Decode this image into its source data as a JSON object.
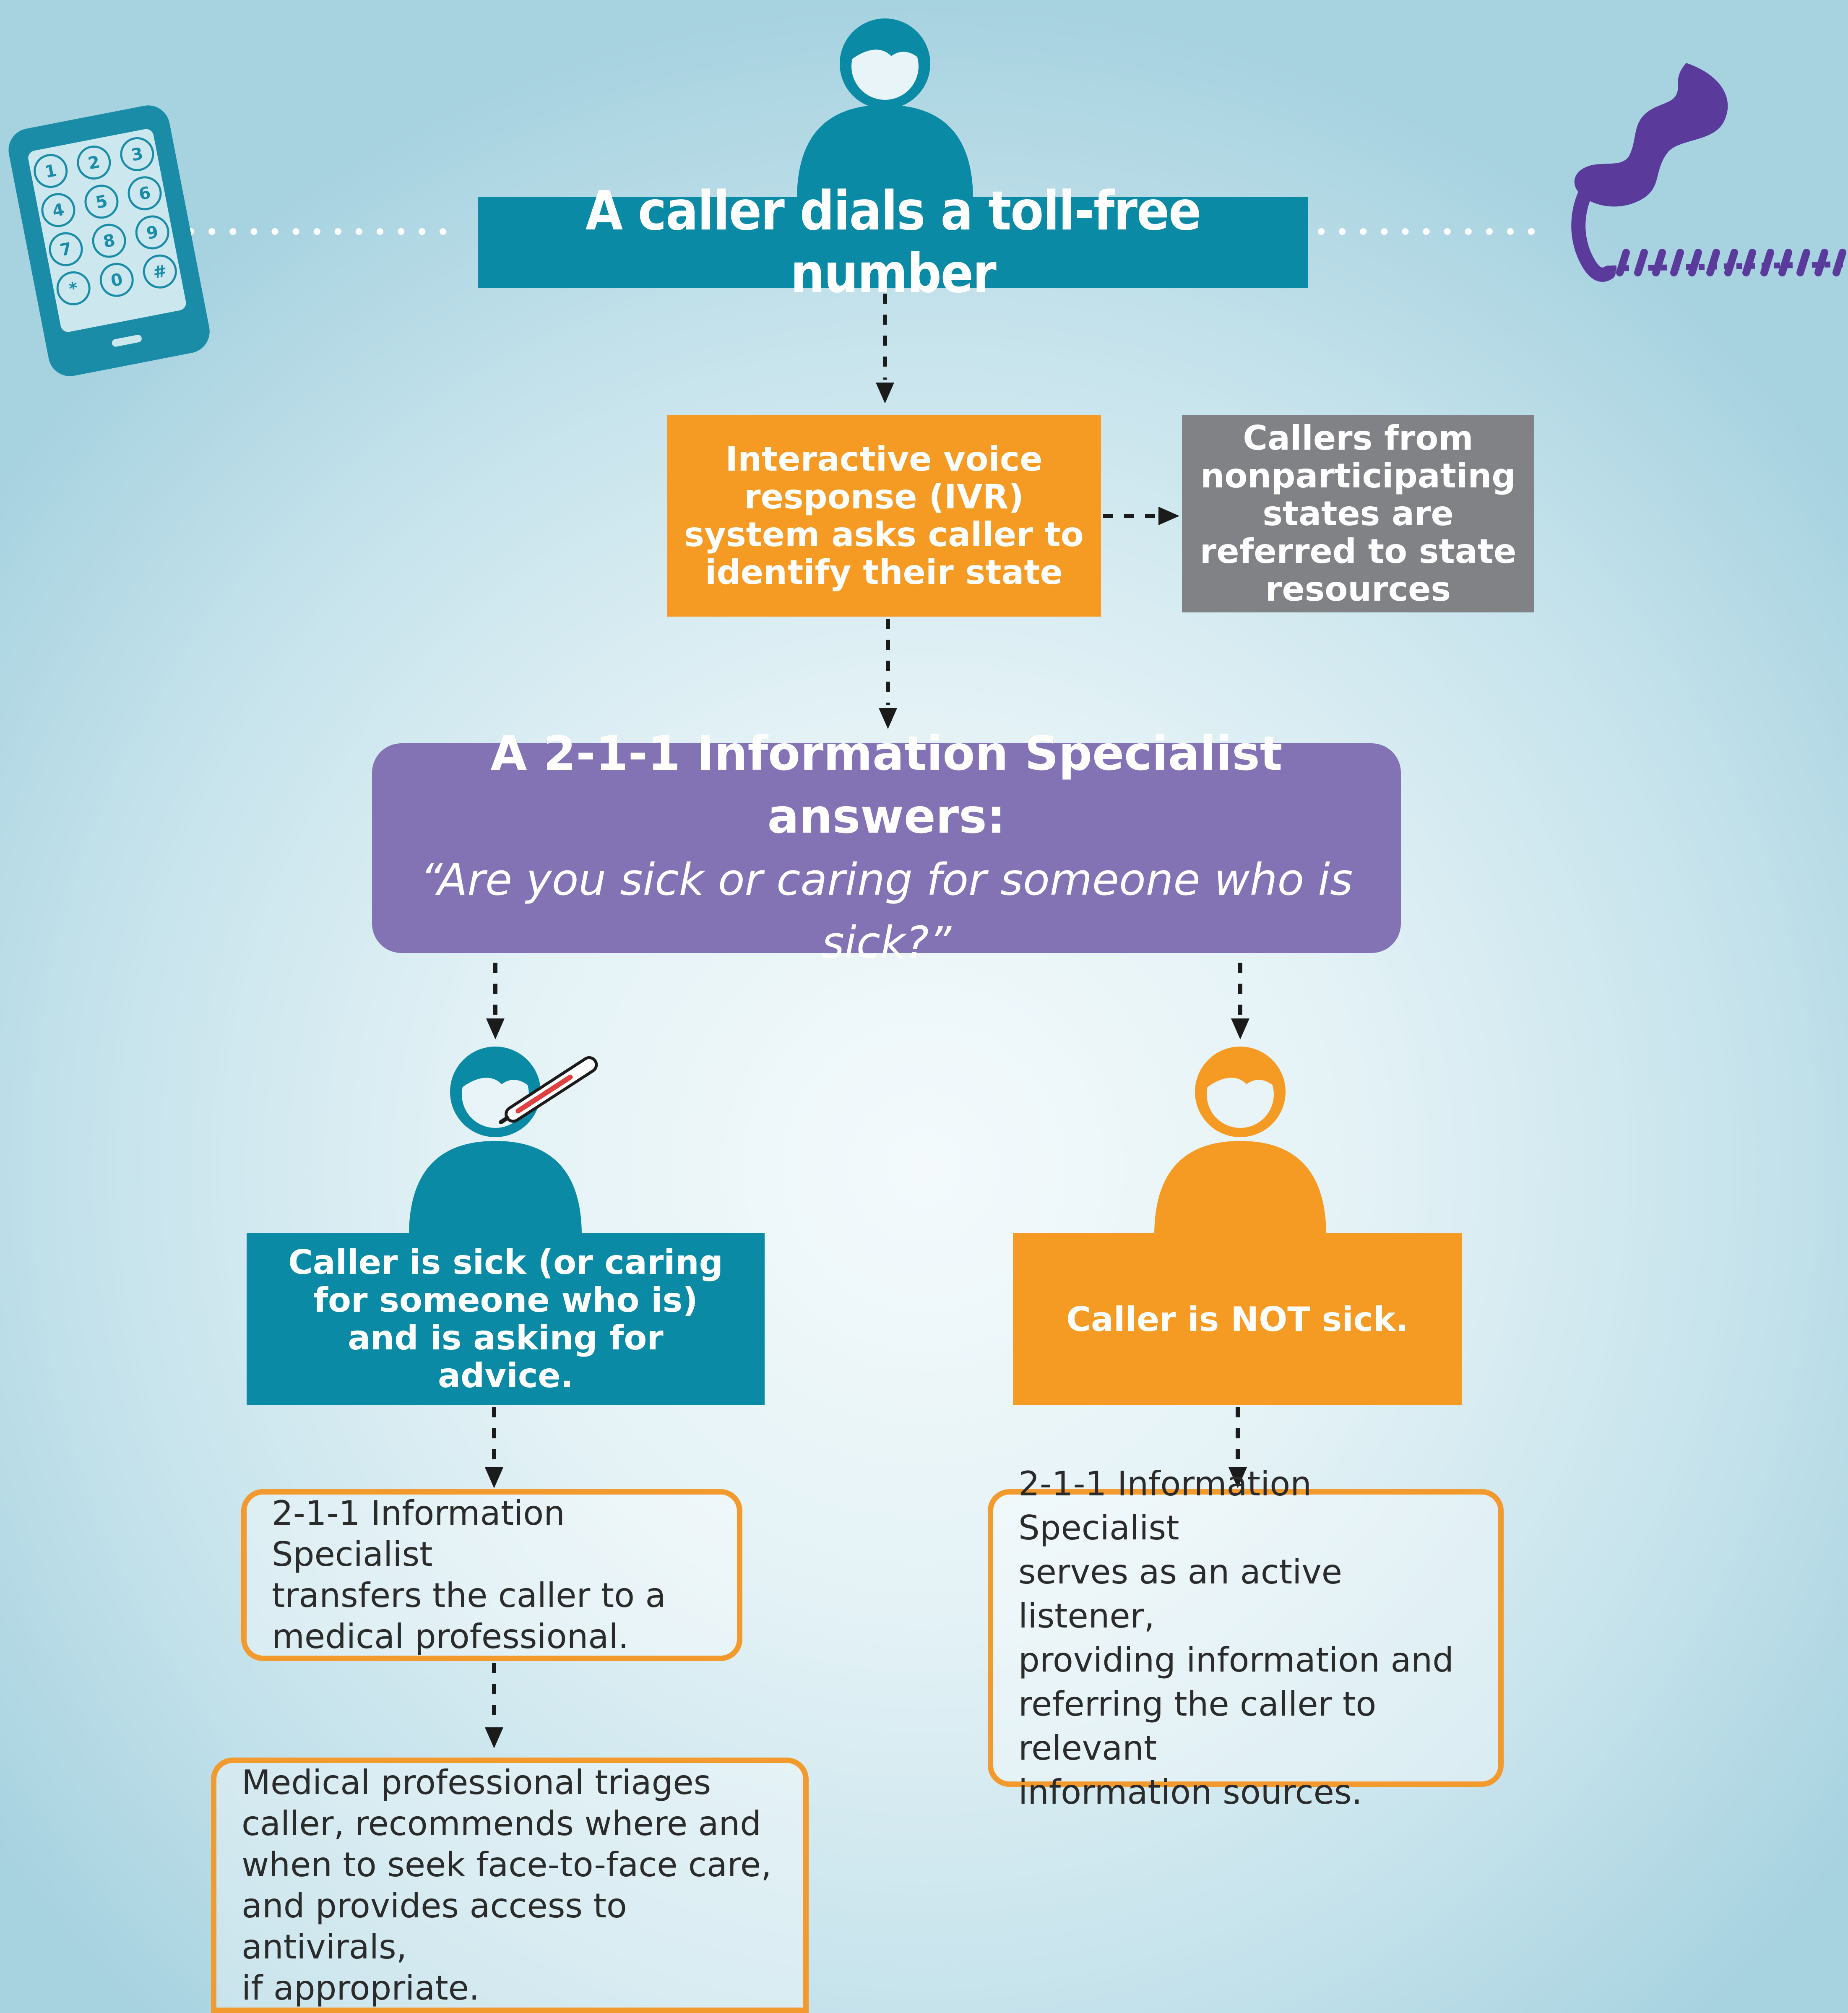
{
  "top_box": {
    "text": "A caller dials a toll-free number"
  },
  "ivr_box": {
    "text": "Interactive voice response (IVR) system asks caller to identify their state"
  },
  "referral_box": {
    "text": "Callers from nonparticipating states are referred to state resources"
  },
  "specialist_box": {
    "title": "A 2-1-1 Information Specialist answers:",
    "question": "“Are you sick or caring for someone who is sick?”"
  },
  "sick_box": {
    "text": "Caller is sick (or caring for someone who is) and is asking for advice."
  },
  "not_sick_box": {
    "text": "Caller is NOT sick."
  },
  "transfer_box": {
    "text": "2-1-1 Information Specialist\ntransfers the caller to a\nmedical professional."
  },
  "triage_box": {
    "text": "Medical professional triages\ncaller, recommends where and\nwhen to seek face-to-face care,\nand provides access to antivirals,\nif appropriate."
  },
  "listener_box": {
    "text": "2-1-1 Information Specialist\nserves as an active listener,\nproviding information and\nreferring the caller to relevant\ninformation sources."
  },
  "keypad": {
    "keys": [
      "1",
      "2",
      "3",
      "4",
      "5",
      "6",
      "7",
      "8",
      "9",
      "*",
      "0",
      "#"
    ]
  },
  "colors": {
    "teal": "#0a8aa5",
    "orange": "#f59a23",
    "gray": "#818286",
    "purple": "#8372b4",
    "phone_purple": "#5a3a9a",
    "box_border_orange": "#f29a2e"
  },
  "icons": [
    "mobile-phone-icon",
    "telephone-handset-icon",
    "person-icon",
    "sick-person-icon",
    "thermometer-icon"
  ]
}
